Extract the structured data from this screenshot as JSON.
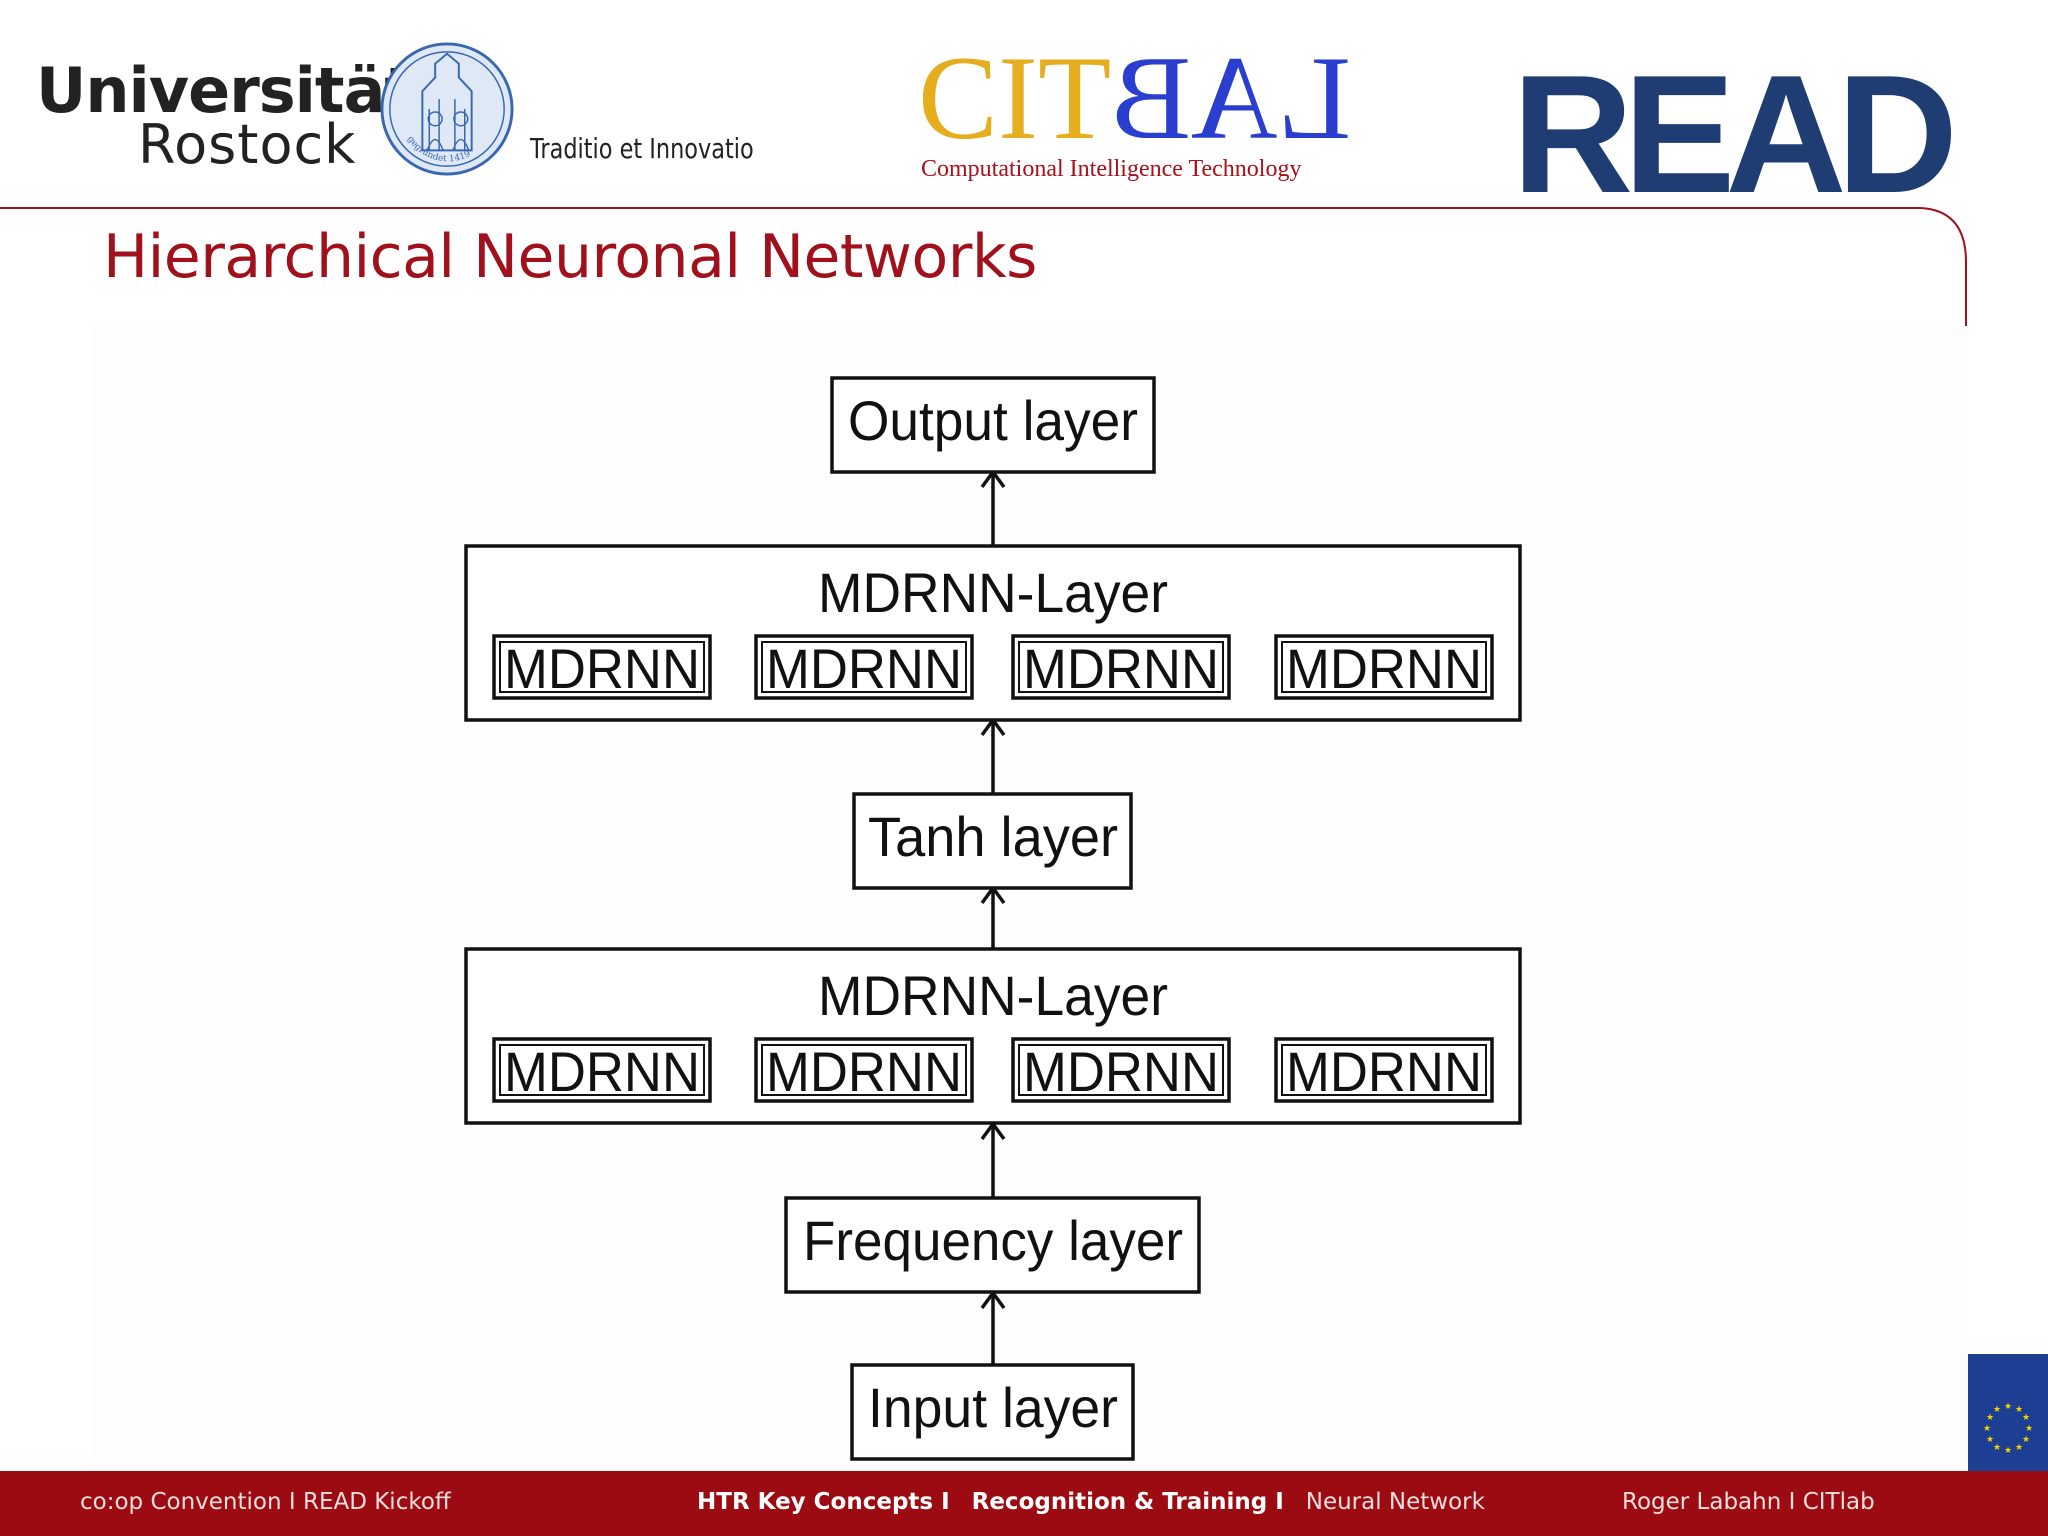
{
  "header": {
    "university": {
      "line1": "Universität",
      "line2": "Rostock",
      "motto": "Traditio et Innovatio",
      "seal_icon": "university-seal-icon",
      "seal_text": "gegründet 1419"
    },
    "citlab": {
      "cit": "CIT",
      "lab": "LAB",
      "subtitle": "Computational Intelligence Technology"
    },
    "read": {
      "name": "READ"
    }
  },
  "slide": {
    "title": "Hierarchical Neuronal Networks"
  },
  "diagram": {
    "output": "Output layer",
    "mdrnn_layer_top": {
      "label": "MDRNN-Layer",
      "cells": [
        "MDRNN",
        "MDRNN",
        "MDRNN",
        "MDRNN"
      ]
    },
    "tanh": "Tanh layer",
    "mdrnn_layer_bottom": {
      "label": "MDRNN-Layer",
      "cells": [
        "MDRNN",
        "MDRNN",
        "MDRNN",
        "MDRNN"
      ]
    },
    "frequency": "Frequency layer",
    "input": "Input layer"
  },
  "footer": {
    "left": "co:op Convention  I  READ Kickoff",
    "center_1": "HTR Key Concepts  I",
    "center_2": "Recognition & Training  I",
    "center_3": "Neural Network",
    "right": "Roger Labahn  I  CITlab"
  },
  "colors": {
    "accent_red": "#a0101d",
    "footer_red": "#9c0b12",
    "read_blue": "#1f3c73",
    "cit_gold": "#e4ae1f",
    "lab_blue": "#2a3ecf",
    "eu_blue": "#1c3e93"
  },
  "icons": {
    "eu_flag": "eu-flag-icon",
    "seal": "university-seal-icon"
  }
}
